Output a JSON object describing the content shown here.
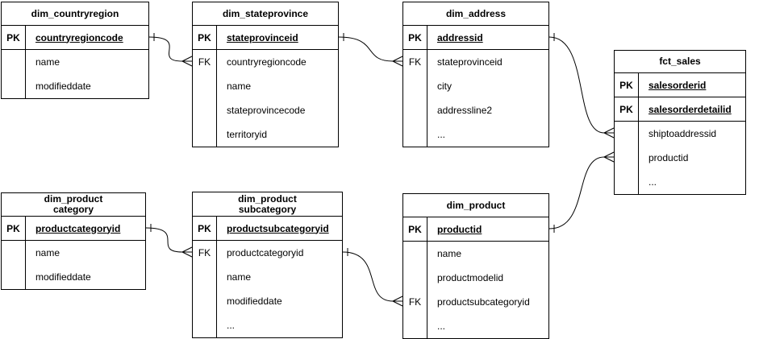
{
  "diagram": {
    "kind": "entity-relationship-diagram",
    "colors": {
      "border": "#000000",
      "background": "#ffffff",
      "text": "#000000",
      "connector": "#000000"
    },
    "tables": [
      {
        "id": "dim_countryregion",
        "title_lines": [
          "dim_countryregion"
        ],
        "rows": [
          {
            "key": "PK",
            "name": "countryregioncode",
            "is_pk": true
          },
          {
            "key": "",
            "name": "name",
            "is_pk": false
          },
          {
            "key": "",
            "name": "modifieddate",
            "is_pk": false
          }
        ]
      },
      {
        "id": "dim_stateprovince",
        "title_lines": [
          "dim_stateprovince"
        ],
        "rows": [
          {
            "key": "PK",
            "name": "stateprovinceid",
            "is_pk": true
          },
          {
            "key": "FK",
            "name": "countryregioncode",
            "is_pk": false
          },
          {
            "key": "",
            "name": "name",
            "is_pk": false
          },
          {
            "key": "",
            "name": "stateprovincecode",
            "is_pk": false
          },
          {
            "key": "",
            "name": "territoryid",
            "is_pk": false
          }
        ]
      },
      {
        "id": "dim_address",
        "title_lines": [
          "dim_address"
        ],
        "rows": [
          {
            "key": "PK",
            "name": "addressid",
            "is_pk": true
          },
          {
            "key": "FK",
            "name": "stateprovinceid",
            "is_pk": false
          },
          {
            "key": "",
            "name": "city",
            "is_pk": false
          },
          {
            "key": "",
            "name": "addressline2",
            "is_pk": false
          },
          {
            "key": "",
            "name": "...",
            "is_pk": false
          }
        ]
      },
      {
        "id": "fct_sales",
        "title_lines": [
          "fct_sales"
        ],
        "rows": [
          {
            "key": "PK",
            "name": "salesorderid",
            "is_pk": true
          },
          {
            "key": "PK",
            "name": "salesorderdetailid",
            "is_pk": true
          },
          {
            "key": "",
            "name": "shiptoaddressid",
            "is_pk": false
          },
          {
            "key": "",
            "name": "productid",
            "is_pk": false
          },
          {
            "key": "",
            "name": "...",
            "is_pk": false
          }
        ]
      },
      {
        "id": "dim_productcategory",
        "title_lines": [
          "dim_product",
          "category"
        ],
        "rows": [
          {
            "key": "PK",
            "name": "productcategoryid",
            "is_pk": true
          },
          {
            "key": "",
            "name": "name",
            "is_pk": false
          },
          {
            "key": "",
            "name": "modifieddate",
            "is_pk": false
          }
        ]
      },
      {
        "id": "dim_productsubcategory",
        "title_lines": [
          "dim_product",
          "subcategory"
        ],
        "rows": [
          {
            "key": "PK",
            "name": "productsubcategoryid",
            "is_pk": true
          },
          {
            "key": "FK",
            "name": "productcategoryid",
            "is_pk": false
          },
          {
            "key": "",
            "name": "name",
            "is_pk": false
          },
          {
            "key": "",
            "name": "modifieddate",
            "is_pk": false
          },
          {
            "key": "",
            "name": "...",
            "is_pk": false
          }
        ]
      },
      {
        "id": "dim_product",
        "title_lines": [
          "dim_product"
        ],
        "rows": [
          {
            "key": "PK",
            "name": "productid",
            "is_pk": true
          },
          {
            "key": "",
            "name": "name",
            "is_pk": false
          },
          {
            "key": "",
            "name": "productmodelid",
            "is_pk": false
          },
          {
            "key": "FK",
            "name": "productsubcategoryid",
            "is_pk": false
          },
          {
            "key": "",
            "name": "...",
            "is_pk": false
          }
        ]
      }
    ],
    "relationships": [
      {
        "from_table": "dim_countryregion",
        "from_field": "countryregioncode",
        "to_table": "dim_stateprovince",
        "to_field": "countryregioncode",
        "from_cardinality": "one",
        "to_cardinality": "many"
      },
      {
        "from_table": "dim_stateprovince",
        "from_field": "stateprovinceid",
        "to_table": "dim_address",
        "to_field": "stateprovinceid",
        "from_cardinality": "one",
        "to_cardinality": "many"
      },
      {
        "from_table": "dim_address",
        "from_field": "addressid",
        "to_table": "fct_sales",
        "to_field": "shiptoaddressid",
        "from_cardinality": "one",
        "to_cardinality": "many"
      },
      {
        "from_table": "dim_product",
        "from_field": "productid",
        "to_table": "fct_sales",
        "to_field": "productid",
        "from_cardinality": "one",
        "to_cardinality": "many"
      },
      {
        "from_table": "dim_productcategory",
        "from_field": "productcategoryid",
        "to_table": "dim_productsubcategory",
        "to_field": "productcategoryid",
        "from_cardinality": "one",
        "to_cardinality": "many"
      },
      {
        "from_table": "dim_productsubcategory",
        "from_field": "productsubcategoryid",
        "to_table": "dim_product",
        "to_field": "productsubcategoryid",
        "from_cardinality": "one",
        "to_cardinality": "many"
      }
    ]
  }
}
